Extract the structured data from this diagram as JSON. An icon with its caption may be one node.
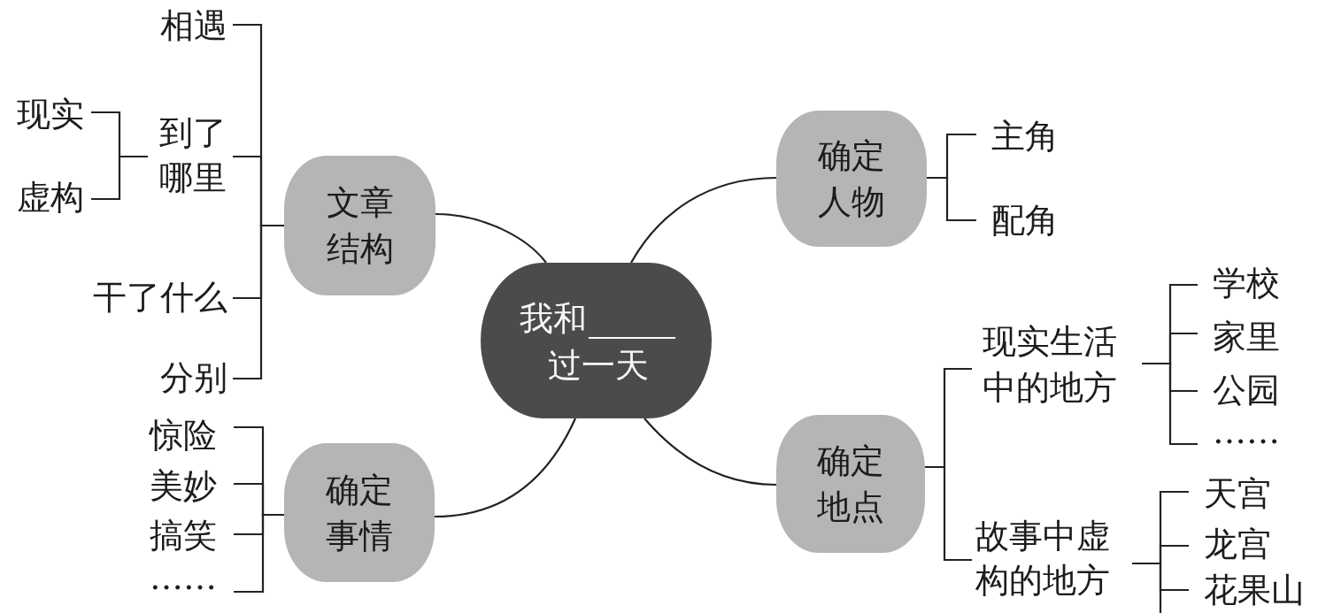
{
  "diagram": {
    "nodes": [
      {
        "text": [
          "我和",
          "过一天"
        ]
      },
      {
        "text": [
          "文章结构"
        ]
      },
      {
        "text": [
          "确定人物"
        ]
      },
      {
        "text": [
          "确定地点"
        ]
      },
      {
        "text": [
          "确定事情"
        ]
      },
      {
        "text": [
          "相遇"
        ]
      },
      {
        "text": [
          "到了哪里"
        ]
      },
      {
        "text": [
          "现实"
        ]
      },
      {
        "text": [
          "虚构"
        ]
      },
      {
        "text": [
          "干了什么"
        ]
      },
      {
        "text": [
          "分别"
        ]
      },
      {
        "text": [
          "主角"
        ]
      },
      {
        "text": [
          "配角"
        ]
      },
      {
        "text": [
          "现实生活中的地方"
        ]
      },
      {
        "text": [
          "学校"
        ]
      },
      {
        "text": [
          "家里"
        ]
      },
      {
        "text": [
          "公园"
        ]
      },
      {
        "text": [
          "……"
        ]
      },
      {
        "text": [
          "故事中虚构的地方"
        ]
      },
      {
        "text": [
          "天宫"
        ]
      },
      {
        "text": [
          "龙宫"
        ]
      },
      {
        "text": [
          "花果山"
        ]
      },
      {
        "text": [
          "惊险"
        ]
      },
      {
        "text": [
          "美妙"
        ]
      },
      {
        "text": [
          "搞笑"
        ]
      },
      {
        "text": [
          "……"
        ]
      }
    ],
    "edges": [
      {
        "from": 0,
        "to": 1,
        "arrow": "none"
      },
      {
        "from": 0,
        "to": 2,
        "arrow": "none"
      },
      {
        "from": 0,
        "to": 3,
        "arrow": "none"
      },
      {
        "from": 0,
        "to": 4,
        "arrow": "none"
      },
      {
        "from": 1,
        "to": 5,
        "arrow": "none"
      },
      {
        "from": 1,
        "to": 6,
        "arrow": "none"
      },
      {
        "from": 1,
        "to": 9,
        "arrow": "none"
      },
      {
        "from": 1,
        "to": 10,
        "arrow": "none"
      },
      {
        "from": 6,
        "to": 7,
        "arrow": "none"
      },
      {
        "from": 6,
        "to": 8,
        "arrow": "none"
      },
      {
        "from": 2,
        "to": 11,
        "arrow": "none"
      },
      {
        "from": 2,
        "to": 12,
        "arrow": "none"
      },
      {
        "from": 3,
        "to": 13,
        "arrow": "none"
      },
      {
        "from": 3,
        "to": 18,
        "arrow": "none"
      },
      {
        "from": 13,
        "to": 14,
        "arrow": "none"
      },
      {
        "from": 13,
        "to": 15,
        "arrow": "none"
      },
      {
        "from": 13,
        "to": 16,
        "arrow": "none"
      },
      {
        "from": 13,
        "to": 17,
        "arrow": "none"
      },
      {
        "from": 18,
        "to": 19,
        "arrow": "none"
      },
      {
        "from": 18,
        "to": 20,
        "arrow": "none"
      },
      {
        "from": 18,
        "to": 21,
        "arrow": "none"
      },
      {
        "from": 18,
        "to": null,
        "arrow": "none"
      },
      {
        "from": 4,
        "to": 22,
        "arrow": "none"
      },
      {
        "from": 4,
        "to": 23,
        "arrow": "none"
      },
      {
        "from": 4,
        "to": 24,
        "arrow": "none"
      },
      {
        "from": 4,
        "to": 25,
        "arrow": "none"
      }
    ]
  }
}
